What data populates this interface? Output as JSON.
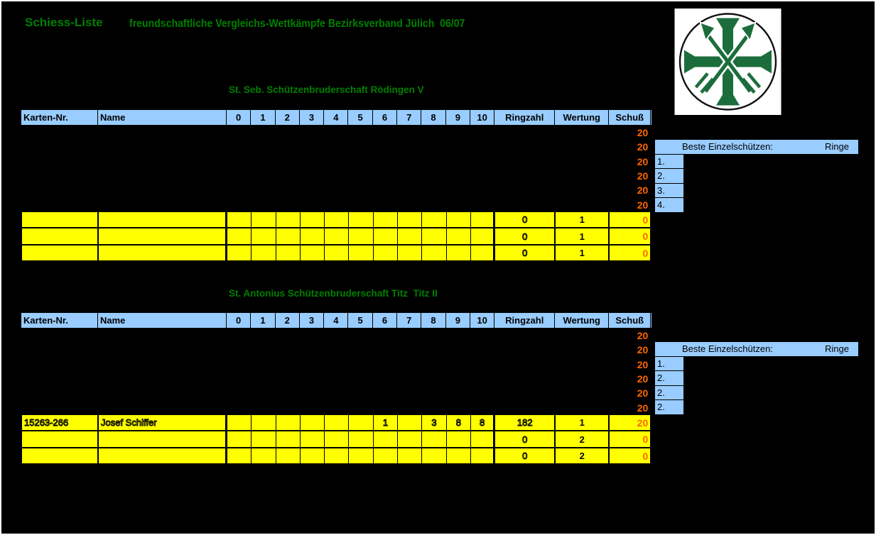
{
  "header": {
    "title": "Schiess-Liste",
    "subtitle": "freundschaftliche Vergleichs-Wettkämpfe Bezirksverband Jülich  06/07"
  },
  "icons": {
    "logo": "schuetzen-cross-and-crossed-arrows-in-circle"
  },
  "colors": {
    "accent_green": "#008000",
    "header_blue": "#99CCFF",
    "row_yellow": "#FFFF00",
    "shot_orange": "#FF6600",
    "logo_green": "#1B6E3C",
    "background": "#000000"
  },
  "columns": {
    "karten": "Karten-Nr.",
    "name": "Name",
    "rings": [
      "0",
      "1",
      "2",
      "3",
      "4",
      "5",
      "6",
      "7",
      "8",
      "9",
      "10"
    ],
    "ringzahl": "Ringzahl",
    "wertung": "Wertung",
    "schuss": "Schuß"
  },
  "sections": [
    {
      "team": "St. Seb. Schützenbruderschaft Rödingen V",
      "pending": [
        "20",
        "20",
        "20",
        "20",
        "20",
        "20"
      ],
      "rows": [
        {
          "karten": "",
          "name": "",
          "hits": [
            "",
            "",
            "",
            "",
            "",
            "",
            "",
            "",
            "",
            "",
            ""
          ],
          "ringzahl": "0",
          "wertung": "1",
          "schuss": "0"
        },
        {
          "karten": "",
          "name": "",
          "hits": [
            "",
            "",
            "",
            "",
            "",
            "",
            "",
            "",
            "",
            "",
            ""
          ],
          "ringzahl": "0",
          "wertung": "1",
          "schuss": "0"
        },
        {
          "karten": "",
          "name": "",
          "hits": [
            "",
            "",
            "",
            "",
            "",
            "",
            "",
            "",
            "",
            "",
            ""
          ],
          "ringzahl": "0",
          "wertung": "1",
          "schuss": "0"
        }
      ],
      "best": {
        "title": "Beste Einzelschützen:",
        "ringe": "Ringe",
        "ranks": [
          "1.",
          "2.",
          "3.",
          "4."
        ]
      }
    },
    {
      "team": "St. Antonius Schützenbruderschaft Titz  Titz II",
      "pending": [
        "20",
        "20",
        "20",
        "20",
        "20",
        "20"
      ],
      "rows": [
        {
          "karten": "15263-266",
          "name": "Josef Schiffer",
          "hits": [
            "",
            "",
            "",
            "",
            "",
            "",
            "1",
            "",
            "3",
            "8",
            "8"
          ],
          "ringzahl": "182",
          "wertung": "1",
          "schuss": "20"
        },
        {
          "karten": "",
          "name": "",
          "hits": [
            "",
            "",
            "",
            "",
            "",
            "",
            "",
            "",
            "",
            "",
            ""
          ],
          "ringzahl": "0",
          "wertung": "2",
          "schuss": "0"
        },
        {
          "karten": "",
          "name": "",
          "hits": [
            "",
            "",
            "",
            "",
            "",
            "",
            "",
            "",
            "",
            "",
            ""
          ],
          "ringzahl": "0",
          "wertung": "2",
          "schuss": "0"
        }
      ],
      "best": {
        "title": "Beste Einzelschützen:",
        "ringe": "Ringe",
        "ranks": [
          "1.",
          "2.",
          "2.",
          "2."
        ]
      }
    }
  ]
}
